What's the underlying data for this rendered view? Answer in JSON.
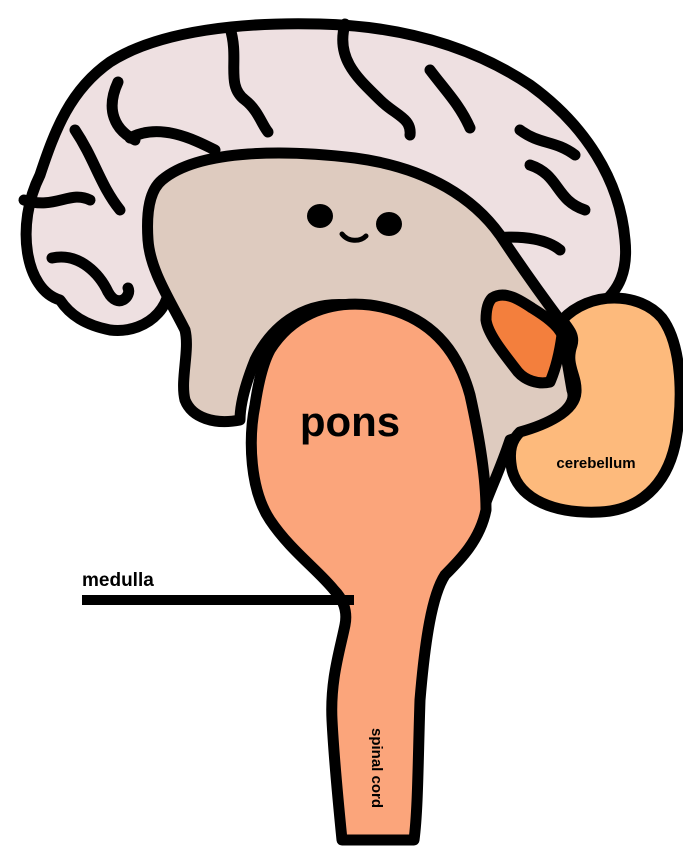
{
  "labels": {
    "pons": "pons",
    "cerebellum": "cerebellum",
    "medulla": "medulla",
    "spinal_cord": "spinal cord"
  },
  "colors": {
    "cerebrum": "#eee0e1",
    "inner_brain": "#decbbf",
    "brainstem": "#fba57b",
    "cerebellum": "#fdba7c",
    "small_structure": "#f37f3d",
    "outline": "#000000"
  },
  "icons": {
    "face": "smiley-face-icon"
  }
}
